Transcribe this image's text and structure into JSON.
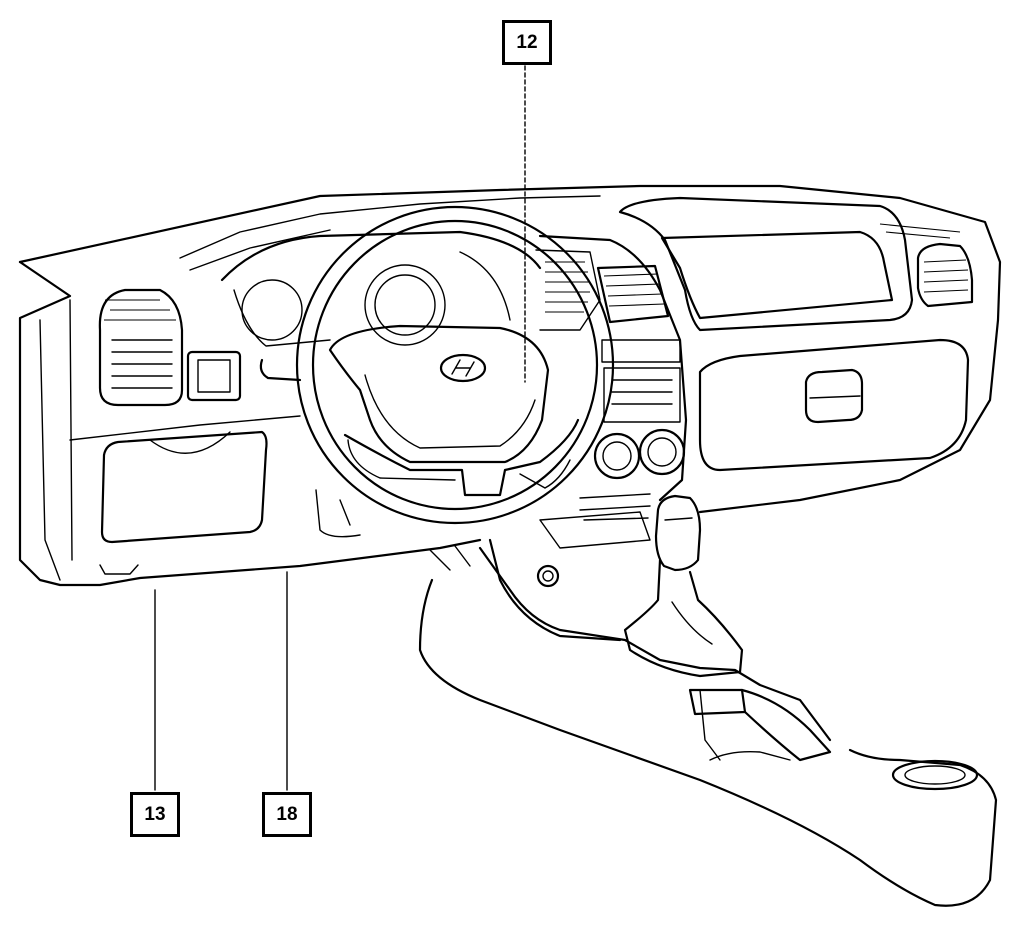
{
  "callouts": [
    {
      "id": "12",
      "label": "12"
    },
    {
      "id": "13",
      "label": "13"
    },
    {
      "id": "18",
      "label": "18"
    }
  ]
}
